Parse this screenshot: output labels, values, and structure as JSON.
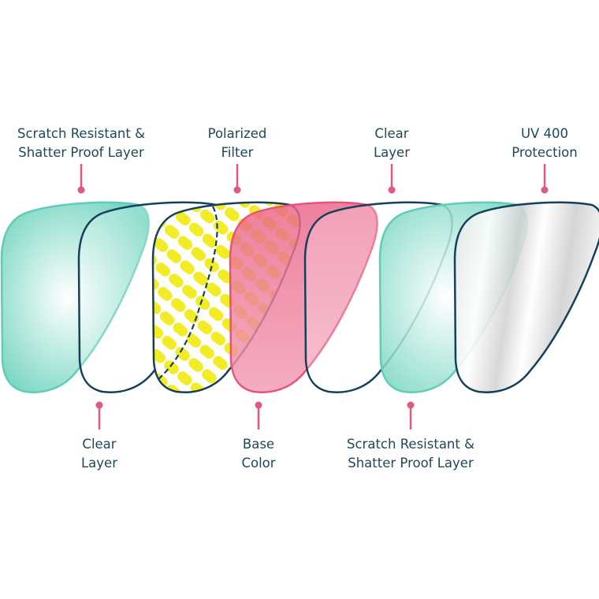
{
  "colors": {
    "text": "#1f4757",
    "pointer": "#e05a7e",
    "outline_dark": "#16405a",
    "teal_stroke": "#5ecdb6",
    "teal_fill": "#7fd8c6",
    "yellow": "#f2ec26",
    "pink_fill": "#ee7b9b",
    "pink_stroke": "#e8527b"
  },
  "top_labels": [
    {
      "line1": "Scratch Resistant &",
      "line2": "Shatter Proof Layer"
    },
    {
      "line1": "Polarized",
      "line2": "Filter"
    },
    {
      "line1": "Clear",
      "line2": "Layer"
    },
    {
      "line1": "UV 400",
      "line2": "Protection"
    }
  ],
  "bottom_labels": [
    {
      "line1": "Clear",
      "line2": "Layer"
    },
    {
      "line1": "Base",
      "line2": "Color"
    },
    {
      "line1": "Scratch Resistant &",
      "line2": "Shatter Proof Layer"
    }
  ],
  "layers": [
    {
      "name": "scratch-resistant-layer-front",
      "style": "teal"
    },
    {
      "name": "clear-layer-front",
      "style": "outline"
    },
    {
      "name": "polarized-filter",
      "style": "polarized"
    },
    {
      "name": "base-color",
      "style": "pink"
    },
    {
      "name": "clear-layer-back",
      "style": "outline"
    },
    {
      "name": "scratch-resistant-layer-back",
      "style": "teal"
    },
    {
      "name": "uv-400-protection",
      "style": "silver"
    }
  ]
}
